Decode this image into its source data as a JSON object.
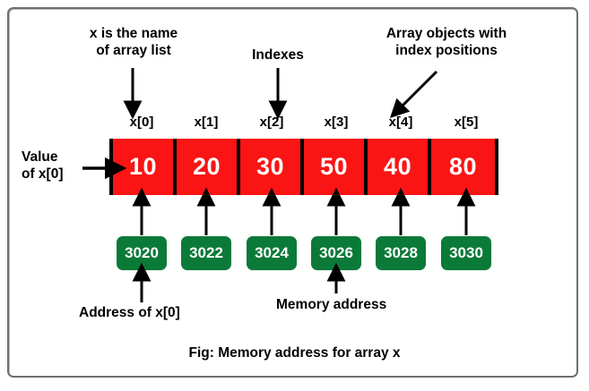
{
  "figure": {
    "caption": "Fig: Memory address for array x",
    "colors": {
      "array_cell": "#fa1414",
      "address_chip": "#0b7a38",
      "frame_border": "#6f6f6f",
      "text": "#000000",
      "cell_text": "#ffffff"
    }
  },
  "annotations": {
    "name_label_line1": "x is the name",
    "name_label_line2": "of array list",
    "indexes_label": "Indexes",
    "objects_label_line1": "Array objects with",
    "objects_label_line2": "index positions",
    "value_label_line1": "Value",
    "value_label_line2": "of x[0]",
    "address_of_x0_label": "Address of x[0]",
    "memory_address_label": "Memory address"
  },
  "array": {
    "name": "x",
    "indexes": [
      "x[0]",
      "x[1]",
      "x[2]",
      "x[3]",
      "x[4]",
      "x[5]"
    ],
    "values": [
      "10",
      "20",
      "30",
      "50",
      "40",
      "80"
    ],
    "addresses": [
      "3020",
      "3022",
      "3024",
      "3026",
      "3028",
      "3030"
    ]
  }
}
